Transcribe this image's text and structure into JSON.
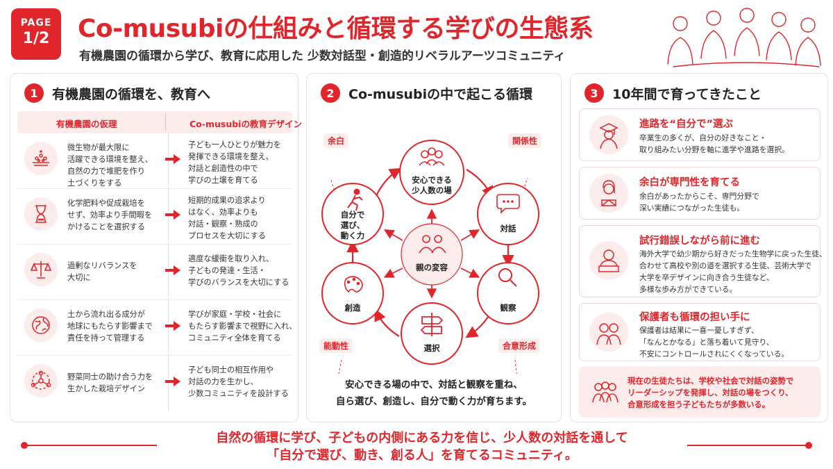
{
  "header": {
    "page_label": "PAGE",
    "page_number": "1/2",
    "title": "Co-musubiの仕組みと循環する学びの生態系",
    "subtitle": "有機農園の循環から学び、教育に応用した 少数対話型・創造的リベラルアーツコミュニティ"
  },
  "section1": {
    "number": "1",
    "title": "有機農園の循環を、教育へ",
    "col_left": "有機農園の仮理",
    "col_right": "Co-musubiの教育デザイン",
    "rows": [
      {
        "icon": "soil-microbes-icon",
        "left": [
          "微生物が最大限に",
          "活躍できる環境を整え、",
          "自然の力で堆肥を作り",
          "土づくりをする"
        ],
        "right": [
          "子ども一人ひとりが魅力を",
          "発揮できる環境を整え、",
          "対話と創造性の中で",
          "学びの土壌を育てる"
        ]
      },
      {
        "icon": "hourglass-icon",
        "left": [
          "化学肥料や促成栽培を",
          "せず、効率より手間暇を",
          "かけることを選択する"
        ],
        "right": [
          "短期的成果の追求より",
          "はなく、効率よりも",
          "対話・観察・熟成の",
          "プロセスを大切にする"
        ]
      },
      {
        "icon": "balance-scale-icon",
        "left": [
          "過剰なリバランスを",
          "大切に"
        ],
        "right": [
          "適度な緩衝を取り入れ、",
          "子どもの発達・生活・",
          "学びのバランスを大切にする"
        ]
      },
      {
        "icon": "earth-icon",
        "left": [
          "土から流れ出る成分が",
          "地球にもたらす影響まで",
          "責任を持って管理する"
        ],
        "right": [
          "学びが家庭・学校・社会に",
          "もたらす影響まで視野に入れ、",
          "コミュニティ全体を育てる"
        ]
      },
      {
        "icon": "network-people-icon",
        "left": [
          "野菜同士の助け合う力を",
          "生かした栽培デザイン"
        ],
        "right": [
          "子ども同士の相互作用や",
          "対話の力を生かし、",
          "少数コミュニティを設計する"
        ]
      }
    ]
  },
  "section2": {
    "number": "2",
    "title": "Co-musubiの中で起こる循環",
    "center": "親の変容",
    "nodes": {
      "top": [
        "安心できる",
        "少人数の場"
      ],
      "upper_right": [
        "対話"
      ],
      "lower_right": [
        "観察"
      ],
      "bottom": [
        "選択"
      ],
      "lower_left": [
        "創造"
      ],
      "upper_left": [
        "自分で",
        "選び、",
        "動く力"
      ]
    },
    "tags": {
      "top_left": "余白",
      "top_right": "関係性",
      "bottom_left": "能動性",
      "bottom_right": "合意形成"
    },
    "caption": [
      "安心できる場の中で、対話と観察を重ね、",
      "自ら選び、創造し、自分で動く力が育ちます。"
    ]
  },
  "section3": {
    "number": "3",
    "title": "10年間で育ってきたこと",
    "cards": [
      {
        "icon": "graduate-icon",
        "title": "進路を“自分で”選ぶ",
        "body": [
          "卒業生の多くが、自分の好きなこと・",
          "取り組みたい分野を軸に進学や進路を選択。"
        ]
      },
      {
        "icon": "reading-girl-icon",
        "title": "余白が専門性を育てる",
        "body": [
          "余白があったからこそ、専門分野で",
          "深い実績につながった生徒も。"
        ]
      },
      {
        "icon": "laptop-student-icon",
        "title": "試行錯誤しながら前に進む",
        "body": [
          "海外大学で幼少期から好きだった生物学に戻った生徒、",
          "合わせて高校や別の道を選択する生徒、芸術大学で",
          "大学を卒デザインに向き合う生徒など、",
          "多様な歩み方ができている。"
        ]
      },
      {
        "icon": "parents-icon",
        "title": "保護者も循環の担い手に",
        "body": [
          "保護者は結果に一喜一憂しすぎず、",
          "「なんとかなる」と落ち着いて見守り、",
          "不安にコントロールされにくくなっている。"
        ]
      }
    ],
    "summary": [
      "現在の生徒たちは、学校や社会で対話の姿勢で",
      "リーダーシップを発揮し、対話の場をつくり、",
      "合意形成を担う子どもたちが多数いる。"
    ]
  },
  "footer": [
    "自然の循環に学び、子どもの内側にある力を信じ、少人数の対話を通して",
    "「自分で選び、動き、創る人」を育てるコミュニティ。"
  ],
  "colors": {
    "accent": "#e0262b",
    "tint": "#fdecec"
  }
}
